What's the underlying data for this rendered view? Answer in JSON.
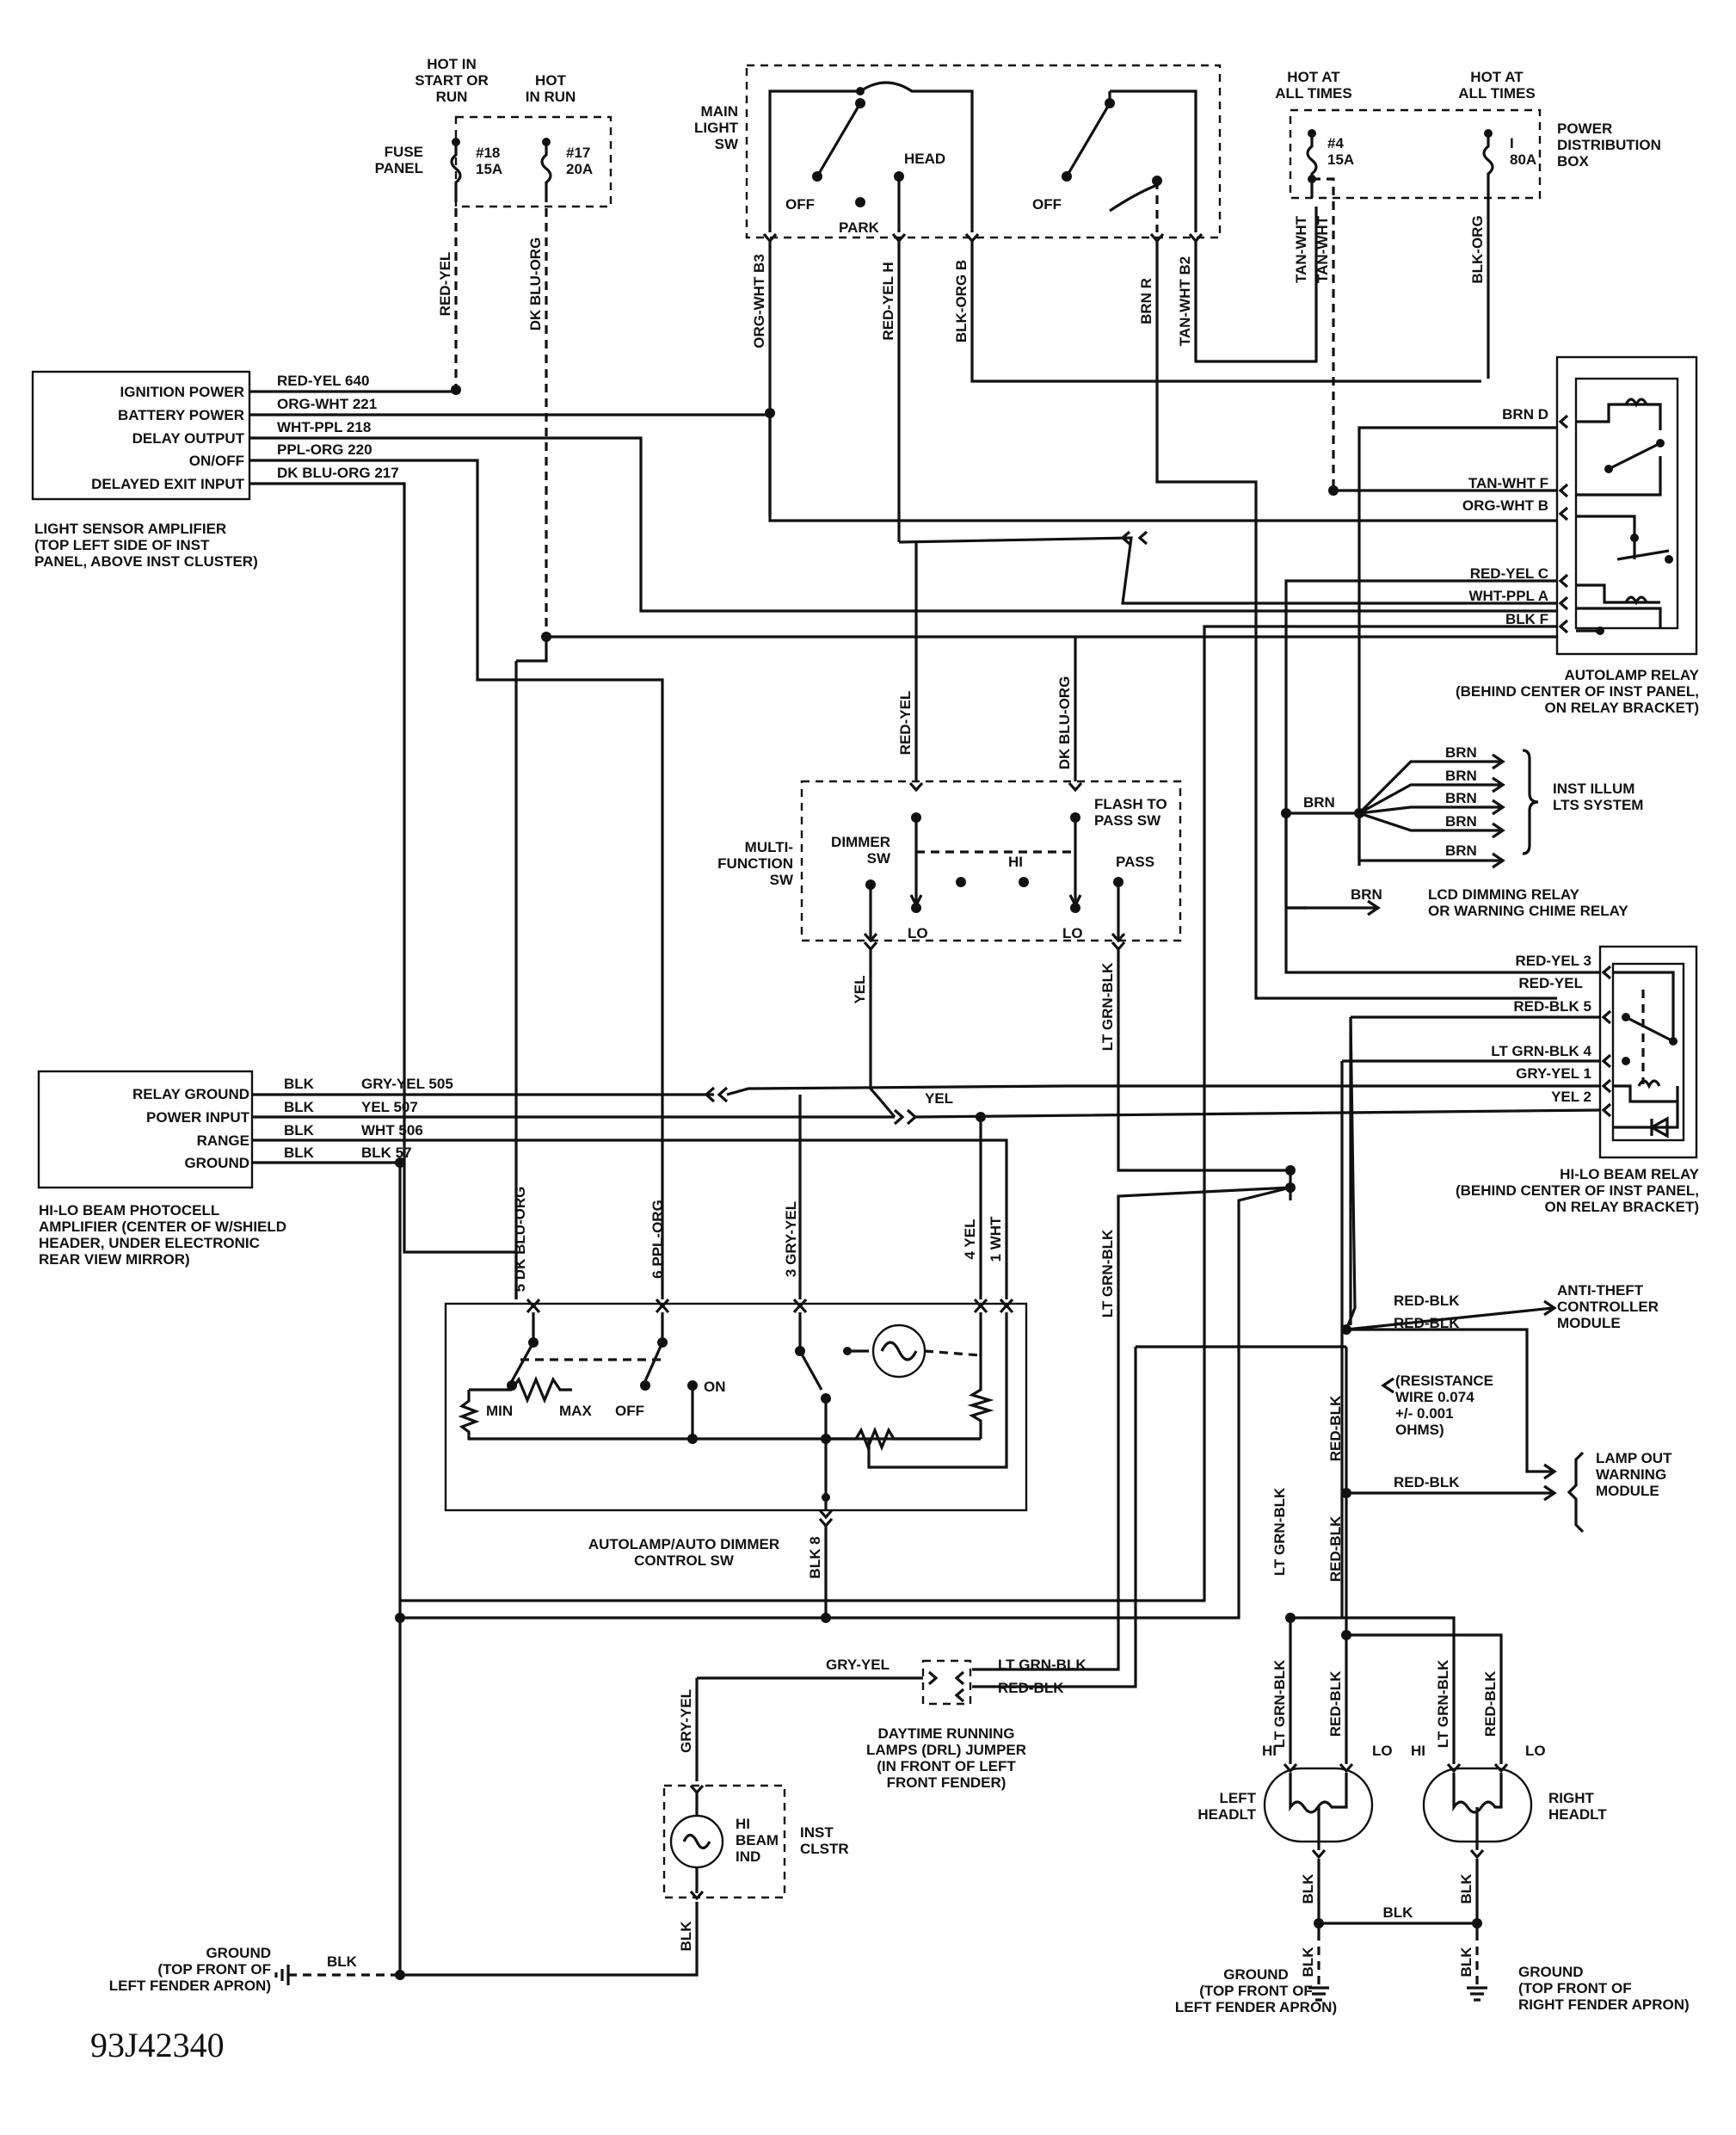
{
  "top": {
    "hot_start_run": [
      "HOT IN",
      "START OR",
      "RUN"
    ],
    "hot_run": [
      "HOT",
      "IN RUN"
    ],
    "fuse_panel": [
      "FUSE",
      "PANEL"
    ],
    "fuse18": [
      "#18",
      "15A"
    ],
    "fuse17": [
      "#17",
      "20A"
    ],
    "main_light_sw": [
      "MAIN",
      "LIGHT",
      "SW"
    ],
    "off1": "OFF",
    "park": "PARK",
    "head": "HEAD",
    "off2": "OFF",
    "hot_all_1": [
      "HOT AT",
      "ALL TIMES"
    ],
    "hot_all_2": [
      "HOT AT",
      "ALL TIMES"
    ],
    "fuse4": [
      "#4",
      "15A"
    ],
    "fuse80": [
      "I",
      "80A"
    ],
    "pdb": [
      "POWER",
      "DISTRIBUTION",
      "BOX"
    ]
  },
  "wires_top": {
    "red_yel": "RED-YEL",
    "dk_blu_org": "DK BLU-ORG",
    "org_wht_b3": "ORG-WHT B3",
    "red_yel_h": "RED-YEL H",
    "blk_org_b": "BLK-ORG B",
    "brn_r": "BRN R",
    "tan_wht_b2": "TAN-WHT B2",
    "tan_wht1": "TAN-WHT",
    "tan_wht2": "TAN-WHT",
    "blk_org": "BLK-ORG"
  },
  "lsa": {
    "pins": [
      "IGNITION POWER",
      "BATTERY POWER",
      "DELAY OUTPUT",
      "ON/OFF",
      "DELAYED EXIT INPUT"
    ],
    "wires": [
      "RED-YEL 640",
      "ORG-WHT 221",
      "WHT-PPL 218",
      "PPL-ORG 220",
      "DK BLU-ORG 217"
    ],
    "caption": [
      "LIGHT SENSOR AMPLIFIER",
      "(TOP LEFT SIDE OF INST",
      "PANEL, ABOVE INST CLUSTER)"
    ]
  },
  "autolamp_relay": {
    "wires": [
      "BRN D",
      "TAN-WHT F",
      "ORG-WHT B",
      "RED-YEL C",
      "WHT-PPL A",
      "BLK F"
    ],
    "caption": [
      "AUTOLAMP RELAY",
      "(BEHIND CENTER OF INST PANEL,",
      "ON RELAY BRACKET)"
    ]
  },
  "multi": {
    "red_yel": "RED-YEL",
    "dk_blu_org": "DK BLU-ORG",
    "label": [
      "MULTI-",
      "FUNCTION",
      "SW"
    ],
    "dimmer": [
      "DIMMER",
      "SW"
    ],
    "flash": [
      "FLASH TO",
      "PASS SW"
    ],
    "hi": "HI",
    "pass": "PASS",
    "lo1": "LO",
    "lo2": "LO",
    "yel": "YEL",
    "lt_grn_blk": "LT GRN-BLK"
  },
  "inst_illum": {
    "brn": [
      "BRN",
      "BRN",
      "BRN",
      "BRN",
      "BRN"
    ],
    "label": [
      "INST ILLUM",
      "LTS SYSTEM"
    ],
    "brn_main": "BRN",
    "brn_lcd": "BRN",
    "lcd": [
      "LCD DIMMING RELAY",
      "OR WARNING CHIME RELAY"
    ]
  },
  "hilo_relay": {
    "wires": [
      "RED-YEL 3",
      "RED-YEL",
      "RED-BLK 5",
      "LT GRN-BLK 4",
      "GRY-YEL 1",
      "YEL 2"
    ],
    "caption": [
      "HI-LO BEAM RELAY",
      "(BEHIND CENTER OF INST PANEL,",
      "ON RELAY BRACKET)"
    ]
  },
  "photocell": {
    "pins": [
      "RELAY GROUND",
      "POWER INPUT",
      "RANGE",
      "GROUND"
    ],
    "blk": [
      "BLK",
      "BLK",
      "BLK",
      "BLK"
    ],
    "wires": [
      "GRY-YEL 505",
      "YEL 507",
      "WHT 506",
      "BLK 57"
    ],
    "yel_mid": "YEL",
    "caption": [
      "HI-LO BEAM PHOTOCELL",
      "AMPLIFIER (CENTER OF W/SHIELD",
      "HEADER, UNDER ELECTRONIC",
      "REAR VIEW MIRROR)"
    ]
  },
  "autodimmer": {
    "vert": [
      "5 DK BLU-ORG",
      "6 PPL-ORG",
      "3 GRY-YEL",
      "4 YEL",
      "1 WHT"
    ],
    "min": "MIN",
    "max": "MAX",
    "off": "OFF",
    "on": "ON",
    "caption": [
      "AUTOLAMP/AUTO DIMMER",
      "CONTROL SW"
    ],
    "blk8": "BLK 8"
  },
  "right": {
    "red_blk1": "RED-BLK",
    "red_blk2": "RED-BLK",
    "anti_theft": [
      "ANTI-THEFT",
      "CONTROLLER",
      "MODULE"
    ],
    "resistance": [
      "(RESISTANCE",
      "WIRE 0.074",
      "+/- 0.001",
      "OHMS)"
    ],
    "red_blk_v": "RED-BLK",
    "red_blk3": "RED-BLK",
    "lamp_out": [
      "LAMP OUT",
      "WARNING",
      "MODULE"
    ],
    "lt_grn_blk_v": "LT GRN-BLK",
    "red_blk_v2": "RED-BLK",
    "lt_grn_blk_v2": "LT GRN-BLK"
  },
  "drl": {
    "gry_yel": "GRY-YEL",
    "lt_grn_blk": "LT GRN-BLK",
    "red_blk": "RED-BLK",
    "caption": [
      "DAYTIME RUNNING",
      "LAMPS (DRL) JUMPER",
      "(IN FRONT OF LEFT",
      "FRONT FENDER)"
    ]
  },
  "cluster": {
    "gry_yel": "GRY-YEL",
    "hi_beam": [
      "HI",
      "BEAM",
      "IND"
    ],
    "inst": [
      "INST",
      "CLSTR"
    ],
    "blk": "BLK"
  },
  "headlamps": {
    "hi_l": "HI",
    "lo_l": "LO",
    "hi_r": "HI",
    "lo_r": "LO",
    "lgb_l": "LT GRN-BLK",
    "rb_l": "RED-BLK",
    "lgb_r": "LT GRN-BLK",
    "rb_r": "RED-BLK",
    "left": [
      "LEFT",
      "HEADLT"
    ],
    "right": [
      "RIGHT",
      "HEADLT"
    ],
    "blk_l": "BLK",
    "blk_r": "BLK",
    "blk_mid": "BLK",
    "blk_gl": "BLK",
    "blk_gr": "BLK"
  },
  "grounds": {
    "left": [
      "GROUND",
      "(TOP FRONT OF",
      "LEFT FENDER APRON)"
    ],
    "left_blk": "BLK",
    "center": [
      "GROUND",
      "(TOP FRONT OF",
      "LEFT FENDER APRON)"
    ],
    "right": [
      "GROUND",
      "(TOP FRONT OF",
      "RIGHT FENDER APRON)"
    ]
  },
  "figure_code": "93J42340"
}
